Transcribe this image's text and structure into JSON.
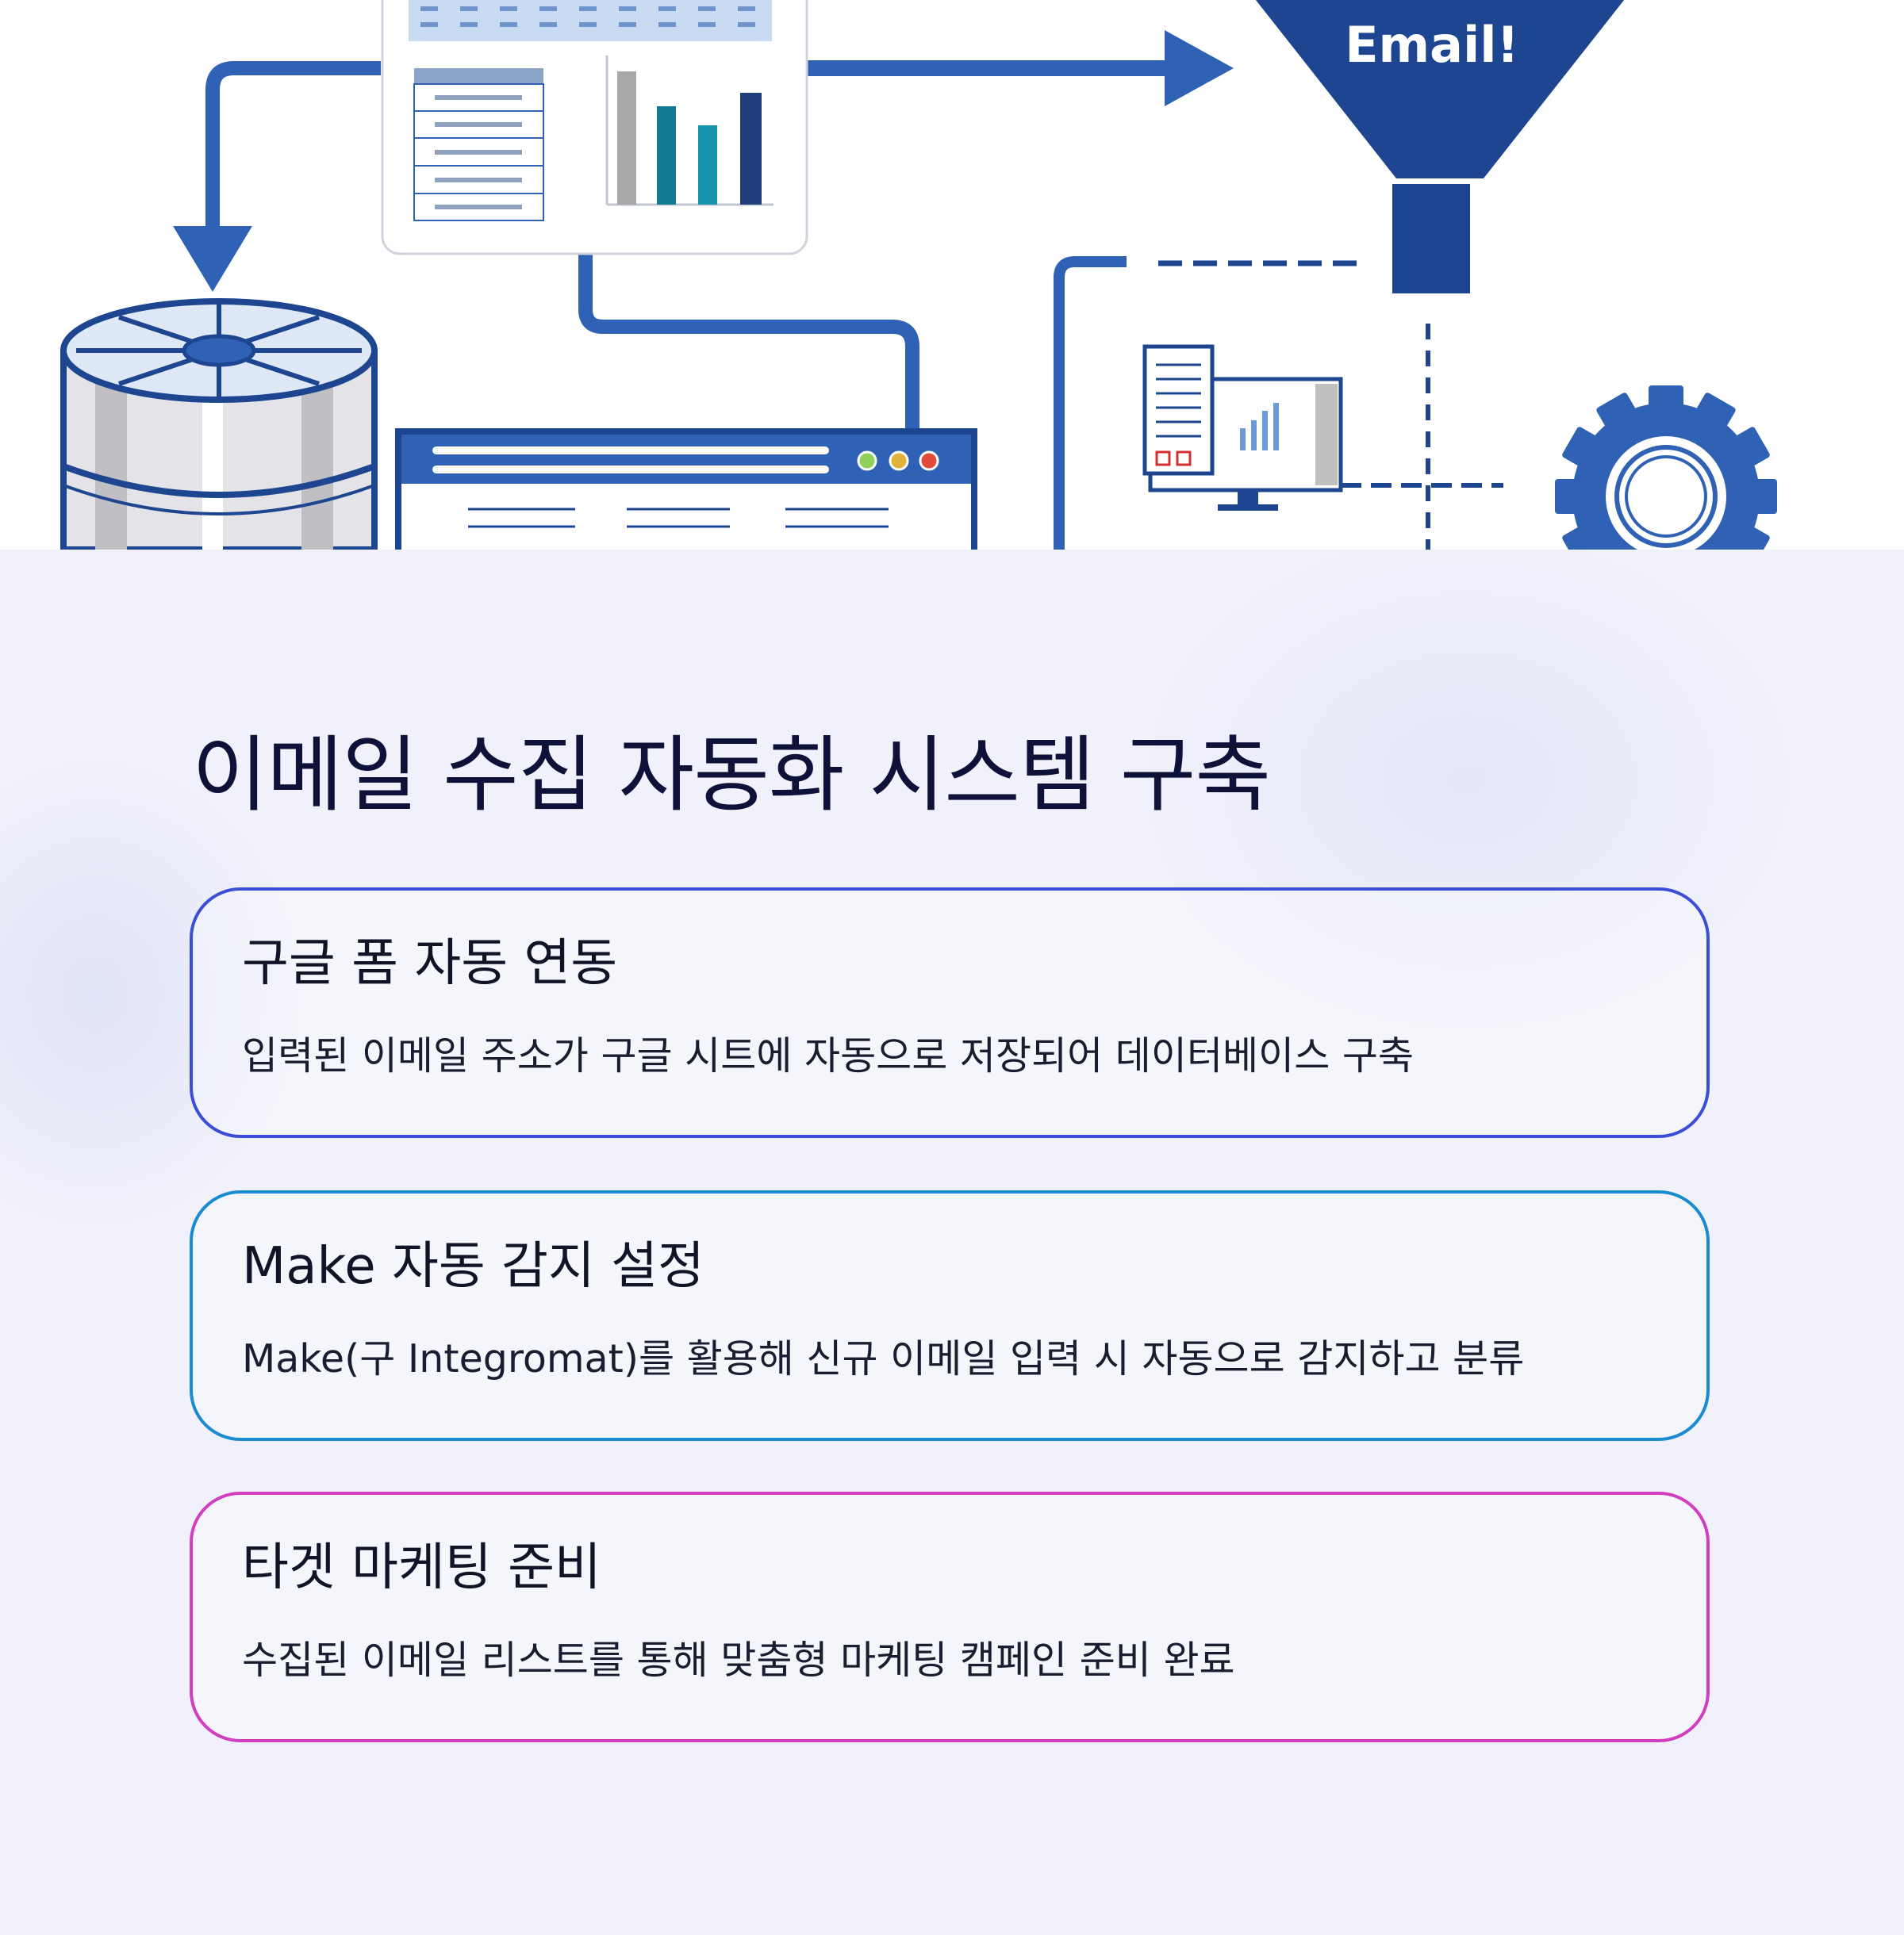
{
  "hero": {
    "funnel_label": "Email!",
    "colors": {
      "primary": "#2f62b4",
      "dark": "#1e4690",
      "teal": "#117b92",
      "gray": "#a8a8a8",
      "light": "#dfe8f6"
    }
  },
  "title": "이메일 수집 자동화 시스템 구축",
  "cards": [
    {
      "title": "구글 폼 자동 연동",
      "description": "입력된 이메일 주소가 구글 시트에 자동으로 저장되어 데이터베이스 구축",
      "border_color": "#3b4ed6"
    },
    {
      "title": "Make 자동 감지 설정",
      "description": "Make(구 Integromat)를 활용해 신규 이메일 입력 시 자동으로 감지하고 분류",
      "border_color": "#1a8bd0"
    },
    {
      "title": "타겟 마케팅 준비",
      "description": "수집된 이메일 리스트를 통해 맞춤형 마케팅 캠페인 준비 완료",
      "border_color": "#d03fc0"
    }
  ]
}
